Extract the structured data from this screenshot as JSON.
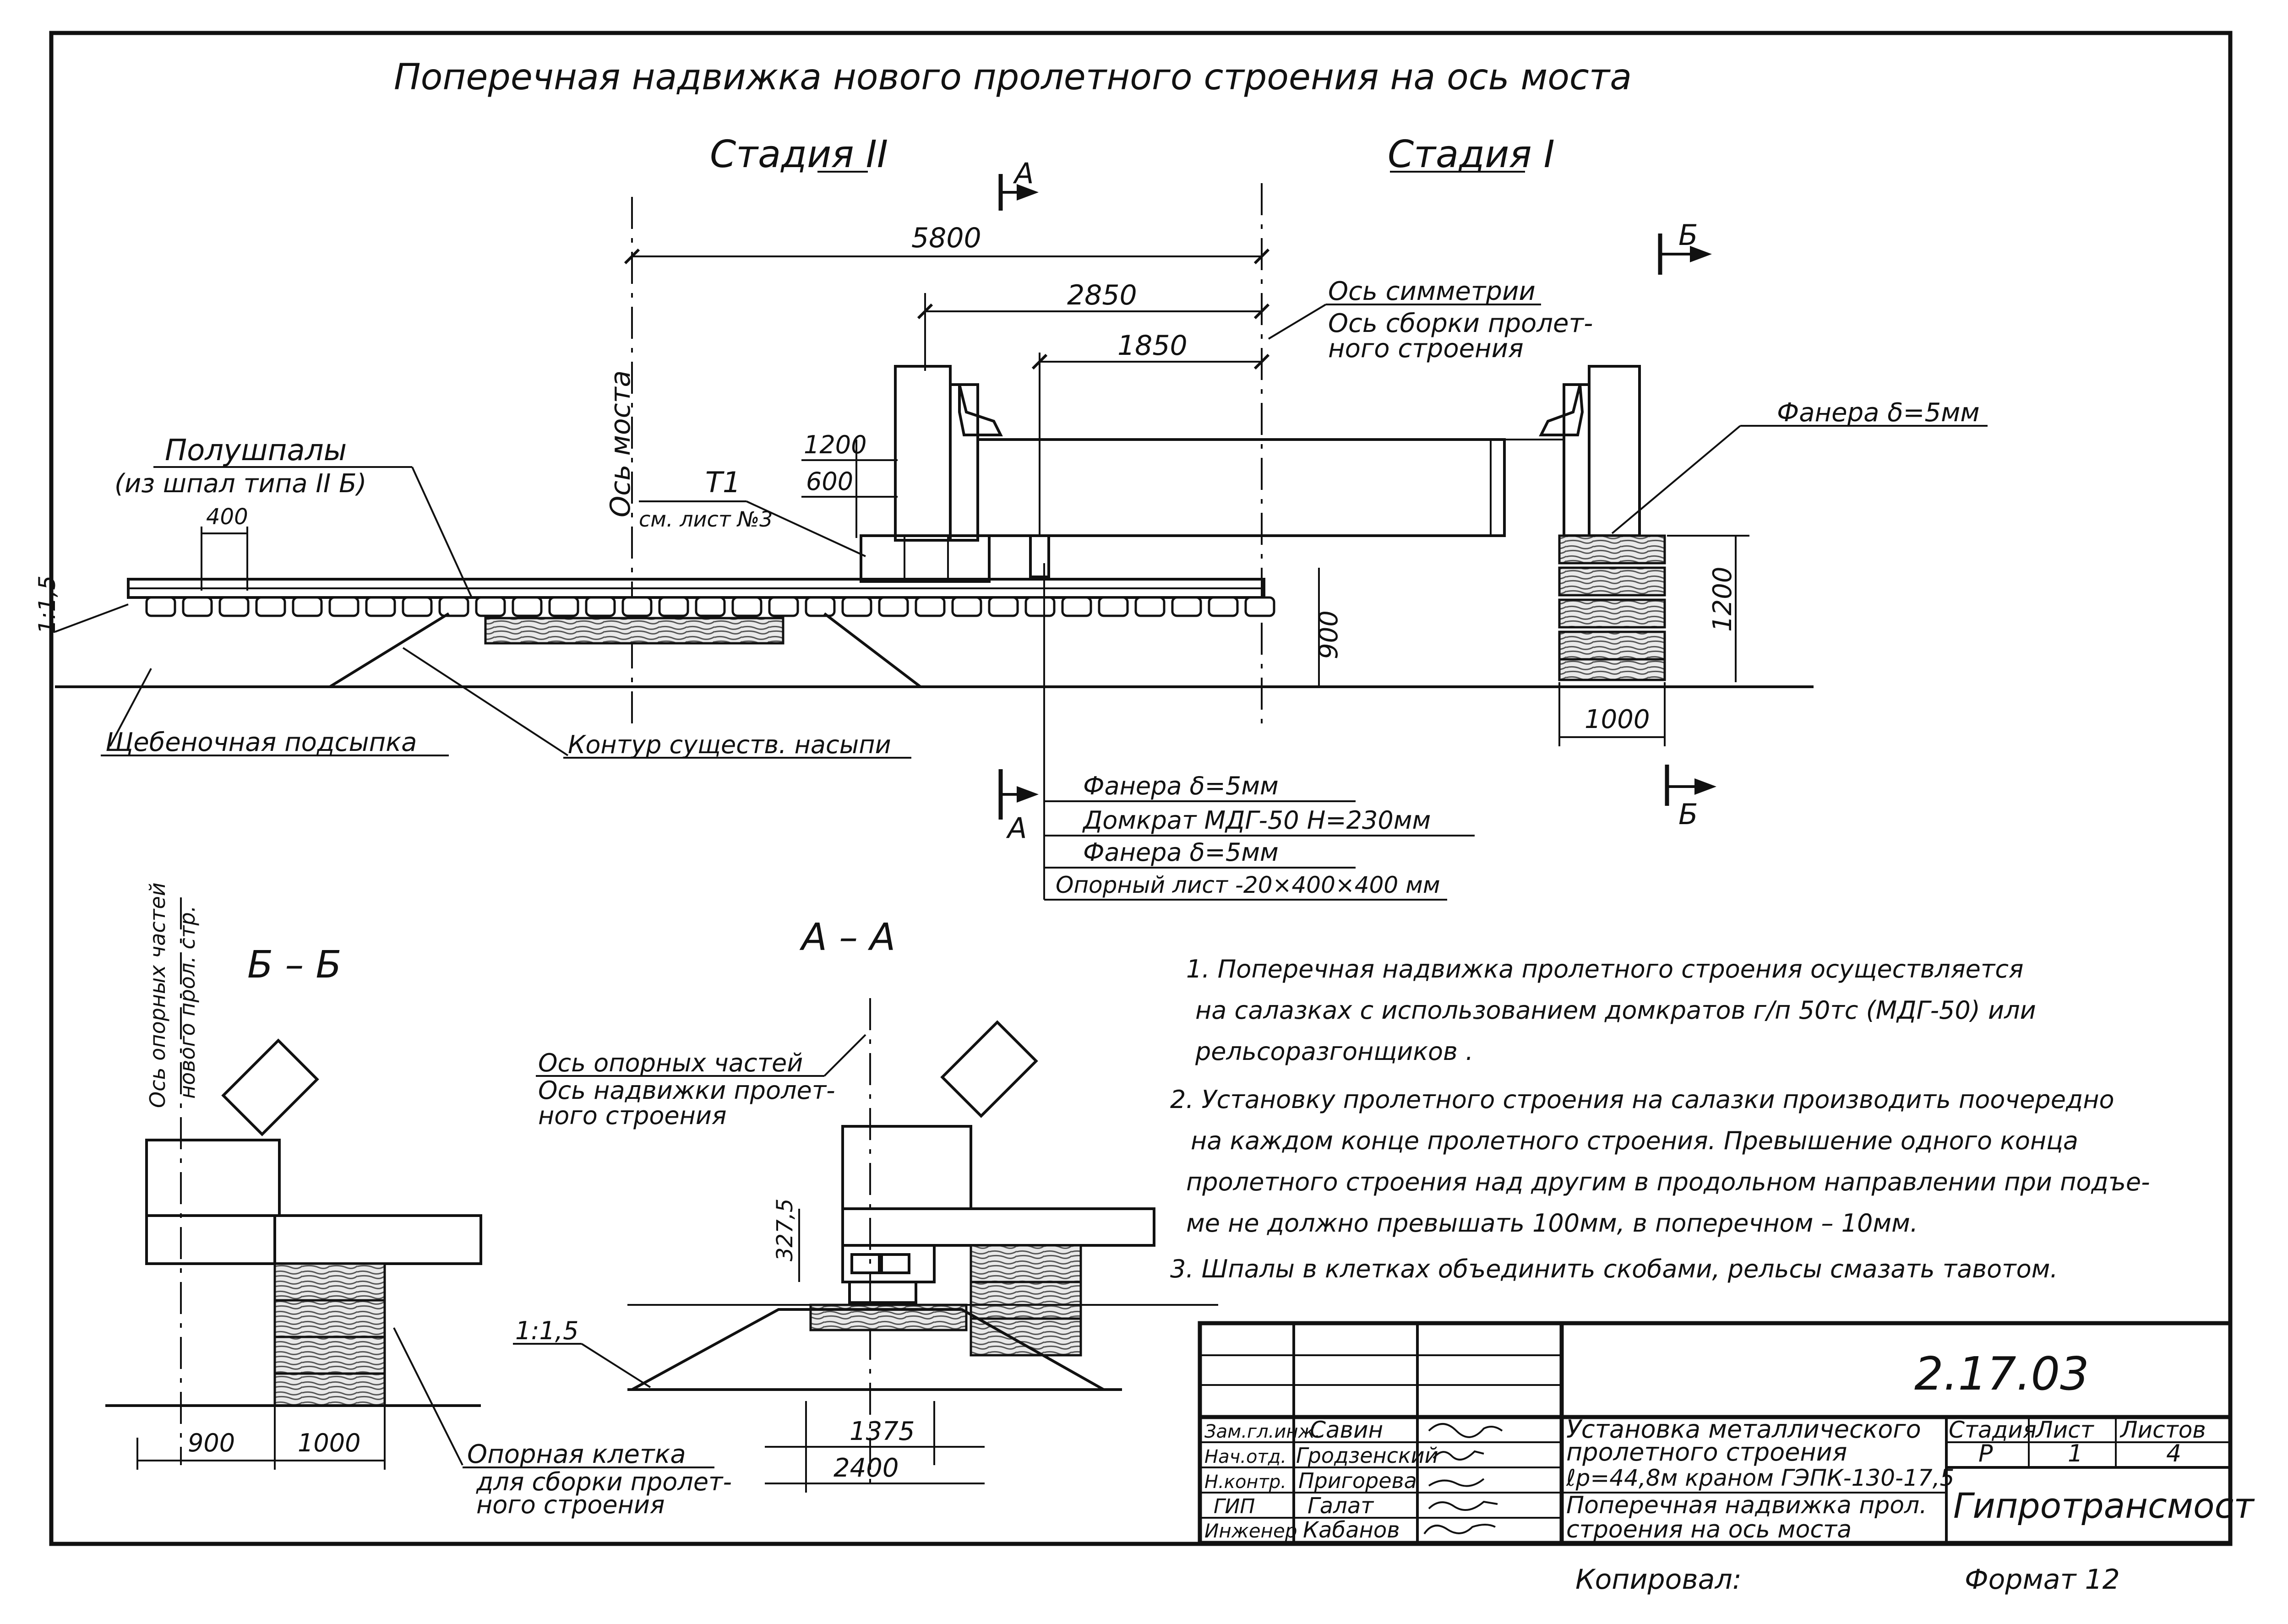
{
  "title": "Поперечная надвижка нового пролетного строения на ось моста",
  "stage_2": "Стадия II",
  "stage_1": "Стадия I",
  "section_marks": {
    "a": "А",
    "b": "Б"
  },
  "dims_main": {
    "d5800": "5800",
    "d2850": "2850",
    "d1850": "1850",
    "d1200": "1200",
    "d600": "600",
    "d400": "400",
    "d900": "900",
    "d1200v": "1200",
    "d1000": "1000"
  },
  "slope": "1:1,5",
  "labels": {
    "symmetry_axis": "Ось симметрии",
    "assembly_axis_1": "Ось сборки пролет-",
    "assembly_axis_2": "ного строения",
    "bridge_axis": "Ось моста",
    "half_sleepers": "Полушпалы",
    "half_sleepers_note": "(из шпал типа II Б)",
    "t1": "Т1",
    "t1_ref": "см. лист №3",
    "plywood_top": "Фанера δ=5мм",
    "ballast": "Щебеночная подсыпка",
    "embankment": "Контур существ. насыпи"
  },
  "legend_stack": [
    "Фанера δ=5мм",
    "Домкрат МДГ-50 Н=230мм",
    "Фанера δ=5мм",
    "Опорный лист -20×400×400 мм"
  ],
  "section_bb": {
    "title": "Б – Б",
    "axis_label_1": "Ось опорных частей",
    "axis_label_2": "нового прол. стр.",
    "dim_900": "900",
    "dim_1000": "1000",
    "cage_1": "Опорная клетка",
    "cage_2": "для сборки пролет-",
    "cage_3": "ного строения"
  },
  "section_aa": {
    "title": "А – А",
    "axis_1": "Ось опорных частей",
    "axis_2": "Ось надвижки пролет-",
    "axis_3": "ного строения",
    "dim_327": "327,5",
    "slope": "1:1,5",
    "dim_1375": "1375",
    "dim_2400": "2400"
  },
  "notes": [
    "1.     Поперечная надвижка пролетного строения осуществляется",
    "на салазках с использованием домкратов г/п 50тс (МДГ-50) или",
    "рельсоразгонщиков .",
    "2. Установку пролетного строения на салазки производить поочередно",
    "на каждом конце пролетного строения. Превышение одного конца",
    "пролетного строения над другим в продольном направлении при подъе-",
    "ме не должно превышать 100мм, в поперечном – 10мм.",
    "3. Шпалы в клетках объединить скобами, рельсы смазать тавотом."
  ],
  "stamp": {
    "code": "2.17.03",
    "roles": [
      "Зам.гл.инж.",
      "Нач.отд.",
      "Н.контр.",
      "ГИП",
      "Инженер"
    ],
    "names": [
      "Савин",
      "Гродзенский",
      "Пригорева",
      "Галат",
      "Кабанов"
    ],
    "project_1": "Установка металлического",
    "project_2": "пролетного строения",
    "project_3": "ℓр=44,8м краном ГЭПК-130-17,5",
    "sheet_title_1": "Поперечная надвижка прол.",
    "sheet_title_2": "строения на ось моста",
    "col_stage": "Стадия",
    "col_sheet": "Лист",
    "col_sheets": "Листов",
    "stage_val": "Р",
    "sheet_val": "1",
    "sheets_val": "4",
    "org": "Гипротрансмост"
  },
  "footer": {
    "copied": "Копировал:",
    "format": "Формат 12"
  }
}
